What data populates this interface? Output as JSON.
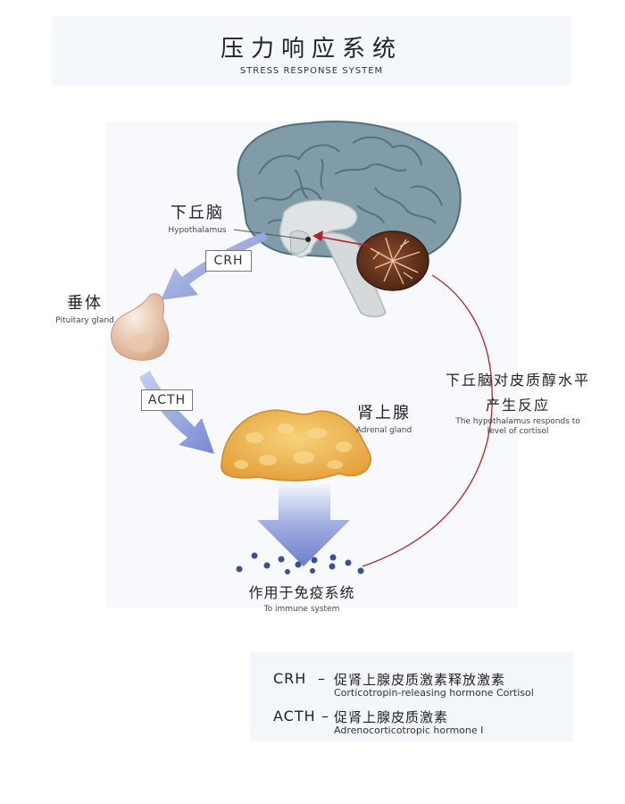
{
  "header": {
    "title_cn": "压力响应系统",
    "title_en": "STRESS RESPONSE SYSTEM"
  },
  "nodes": {
    "hypothalamus": {
      "cn": "下丘脑",
      "en": "Hypothalamus"
    },
    "pituitary": {
      "cn": "垂体",
      "en": "Pituitary gland"
    },
    "adrenal": {
      "cn": "肾上腺",
      "en": "Adrenal gland"
    },
    "immune": {
      "cn": "作用于免疫系统",
      "en": "To immune system"
    },
    "feedback": {
      "cn_line1": "下丘脑对皮质醇水平",
      "cn_line2": "产生反应",
      "en_line1": "The hypothalamus responds to",
      "en_line2": "level of cortisol"
    }
  },
  "arrow_labels": {
    "crh": "CRH",
    "acth": "ACTH"
  },
  "legend": [
    {
      "abbr": "CRH",
      "dash": "–",
      "cn": "促肾上腺皮质激素释放激素",
      "en": "Corticotropin-releasing hormone Cortisol"
    },
    {
      "abbr": "ACTH",
      "dash": "–",
      "cn": "促肾上腺皮质激素",
      "en": "Adrenocorticotropic hormone I"
    }
  ],
  "colors": {
    "arrow_blue": "#7b8dd6",
    "feedback_red": "#b5202b",
    "brain": "#7d9aa6",
    "adrenal": "#f0b44a",
    "dots": "#3d4f94"
  }
}
